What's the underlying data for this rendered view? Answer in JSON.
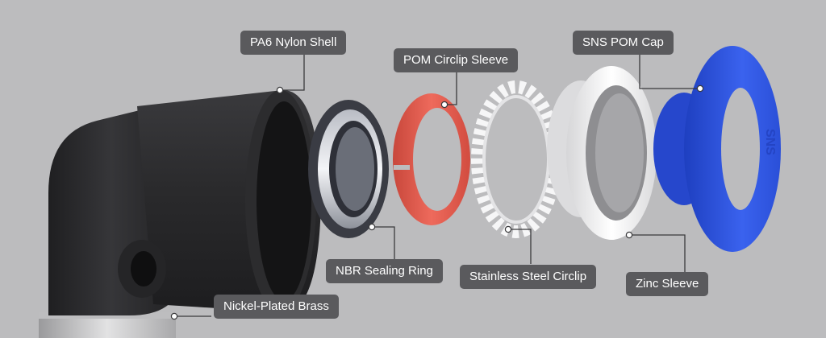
{
  "labels": {
    "pa6_nylon_shell": "PA6 Nylon Shell",
    "pom_circlip_sleeve": "POM Circlip Sleeve",
    "sns_pom_cap": "SNS POM Cap",
    "nbr_sealing_ring": "NBR Sealing Ring",
    "stainless_steel_circlip": "Stainless Steel Circlip",
    "zinc_sleeve": "Zinc Sleeve",
    "nickel_plated_brass": "Nickel-Plated Brass"
  },
  "colors": {
    "background": "#bcbcbe",
    "label_background": "#5a5a5d",
    "label_text": "#ffffff",
    "leader_line": "#3a3a3c",
    "shell_black": "#2b2b2d",
    "circlip_sleeve_red": "#e2584a",
    "cap_blue": "#2f55e0",
    "circlip_white": "#f2f2f2",
    "zinc_sleeve_white": "#e6e6e6",
    "brass_nickel": "#d4d4d4"
  },
  "cap_embossed_text": "SNS"
}
